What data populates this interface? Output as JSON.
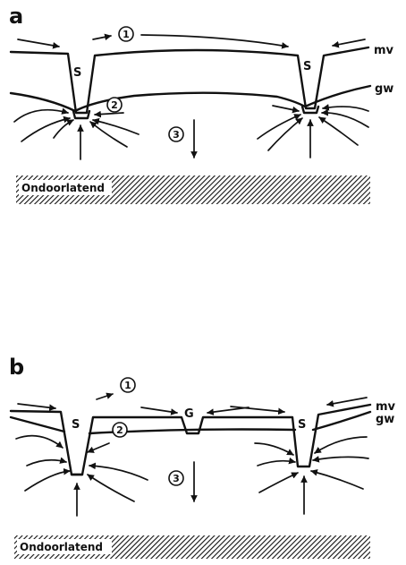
{
  "panels": [
    {
      "letter": "a",
      "ditch_label": "S",
      "surface_label": "mv",
      "groundwater_label": "gw",
      "flow_labels": [
        "1",
        "2",
        "3"
      ],
      "impermeable_label": "Ondoorlatend"
    },
    {
      "letter": "b",
      "ditch_label": "S",
      "trench_label": "G",
      "surface_label": "mv",
      "groundwater_label": "gw",
      "flow_labels": [
        "1",
        "2",
        "3"
      ],
      "impermeable_label": "Ondoorlatend"
    }
  ],
  "colors": {
    "ink": "#111111",
    "paper": "#ffffff"
  }
}
